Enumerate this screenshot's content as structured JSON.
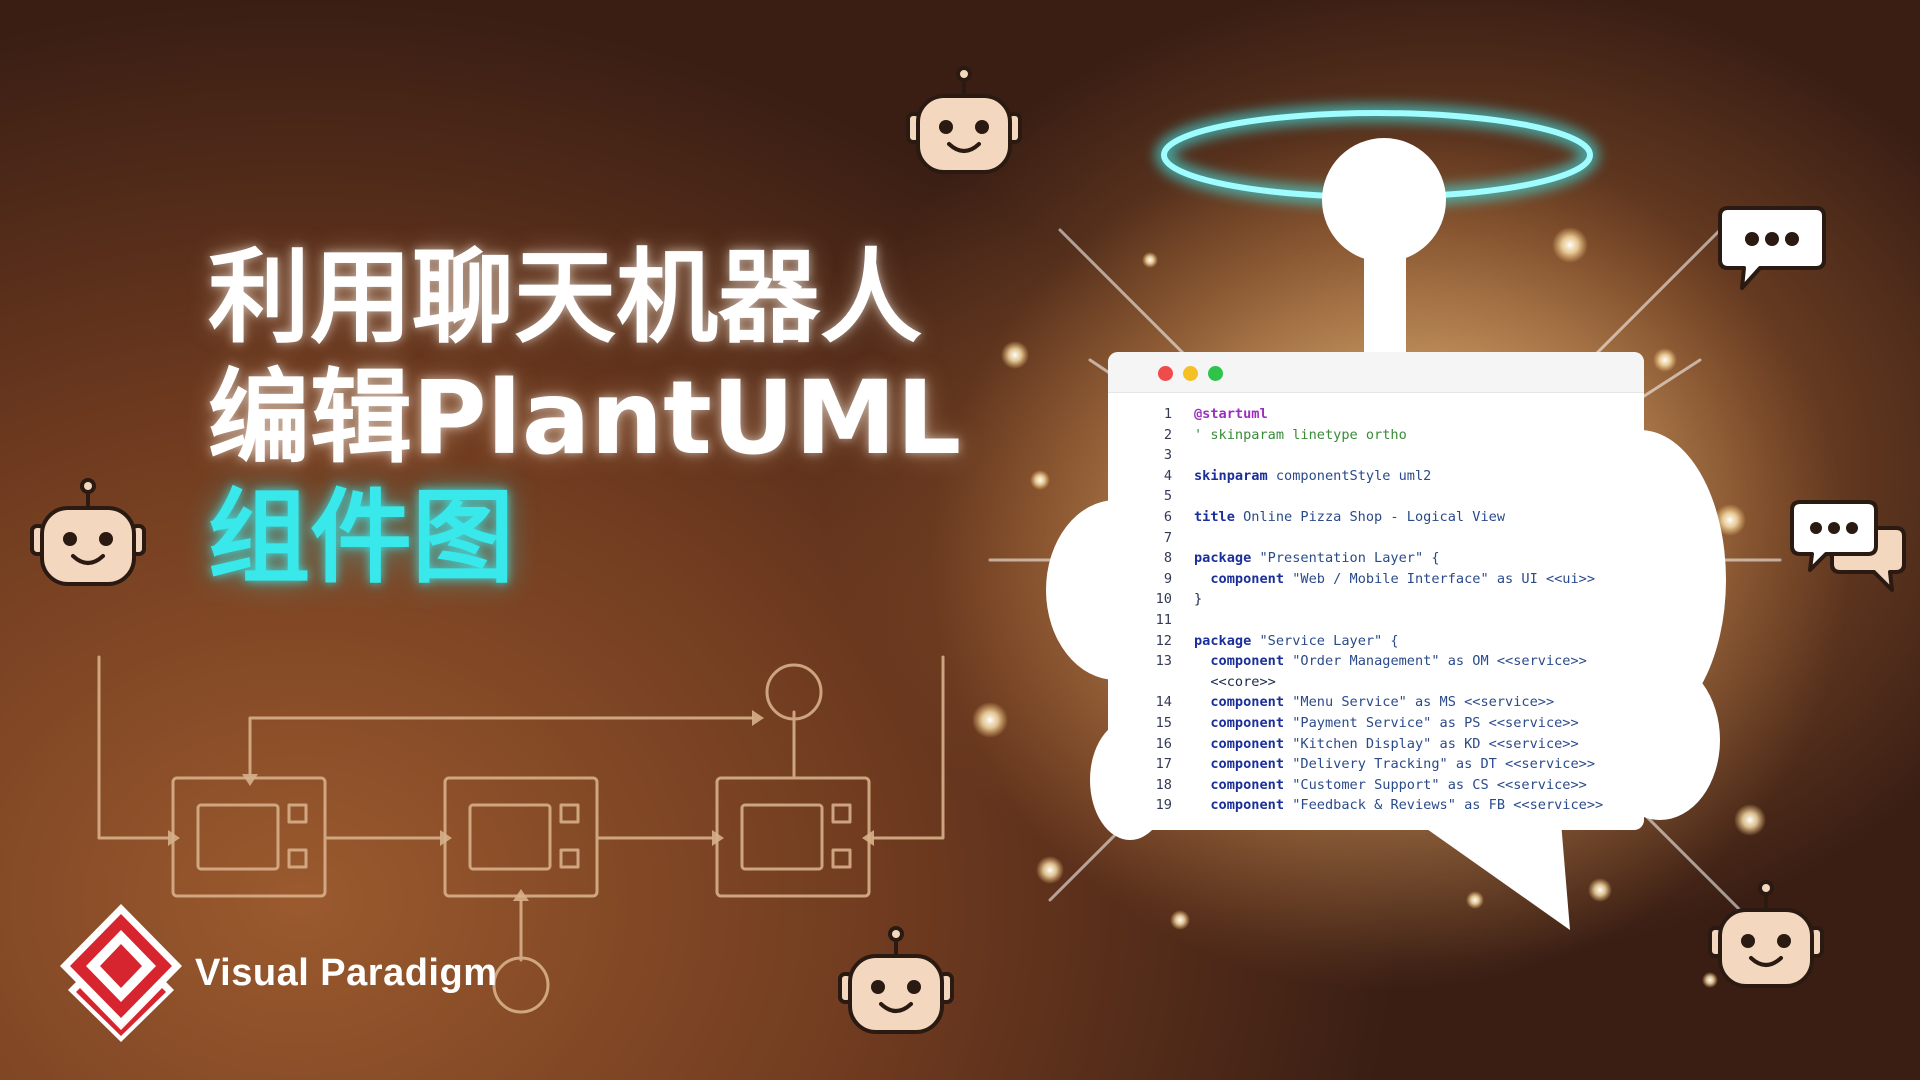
{
  "title": {
    "line1": "利用聊天机器人",
    "line2": "编辑PlantUML",
    "line3": "组件图"
  },
  "brand": {
    "name": "Visual Paradigm",
    "logo_icon": "visual-paradigm-logo-icon"
  },
  "colors": {
    "title_white": "#ffffff",
    "title_cyan": "#38e8ea",
    "halo": "#3fe9ef",
    "diagram_line": "#d7b08a",
    "brand_red": "#d7252f"
  },
  "code_window": {
    "controls": [
      "close-dot",
      "minimize-dot",
      "maximize-dot"
    ],
    "lines": [
      {
        "n": "1",
        "text": "@startuml"
      },
      {
        "n": "2",
        "text": "' skinparam linetype ortho"
      },
      {
        "n": "3",
        "text": ""
      },
      {
        "n": "4",
        "text": "skinparam componentStyle uml2"
      },
      {
        "n": "5",
        "text": ""
      },
      {
        "n": "6",
        "text": "title Online Pizza Shop - Logical View"
      },
      {
        "n": "7",
        "text": ""
      },
      {
        "n": "8",
        "text": "package \"Presentation Layer\" {"
      },
      {
        "n": "9",
        "text": "  component \"Web / Mobile Interface\" as UI <<ui>>"
      },
      {
        "n": "10",
        "text": "}"
      },
      {
        "n": "11",
        "text": ""
      },
      {
        "n": "12",
        "text": "package \"Service Layer\" {"
      },
      {
        "n": "13",
        "text": "  component \"Order Management\" as OM <<service>>"
      },
      {
        "n": "",
        "text": "  <<core>>"
      },
      {
        "n": "14",
        "text": "  component \"Menu Service\" as MS <<service>>"
      },
      {
        "n": "15",
        "text": "  component \"Payment Service\" as PS <<service>>"
      },
      {
        "n": "16",
        "text": "  component \"Kitchen Display\" as KD <<service>>"
      },
      {
        "n": "17",
        "text": "  component \"Delivery Tracking\" as DT <<service>>"
      },
      {
        "n": "18",
        "text": "  component \"Customer Support\" as CS <<service>>"
      },
      {
        "n": "19",
        "text": "  component \"Feedback & Reviews\" as FB <<service>>"
      }
    ]
  },
  "icons": [
    "robot-face-icon",
    "chat-bubble-icon",
    "chat-bubbles-icon",
    "halo-icon"
  ]
}
